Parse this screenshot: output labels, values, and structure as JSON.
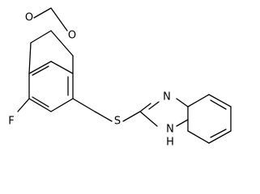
{
  "molecule": {
    "atom_labels": {
      "o_upper": "O",
      "o_lower": "O",
      "fluorine": "F",
      "sulfur": "S",
      "imine_n": "N",
      "nh": "N",
      "nh_hydrogen": "H"
    }
  }
}
